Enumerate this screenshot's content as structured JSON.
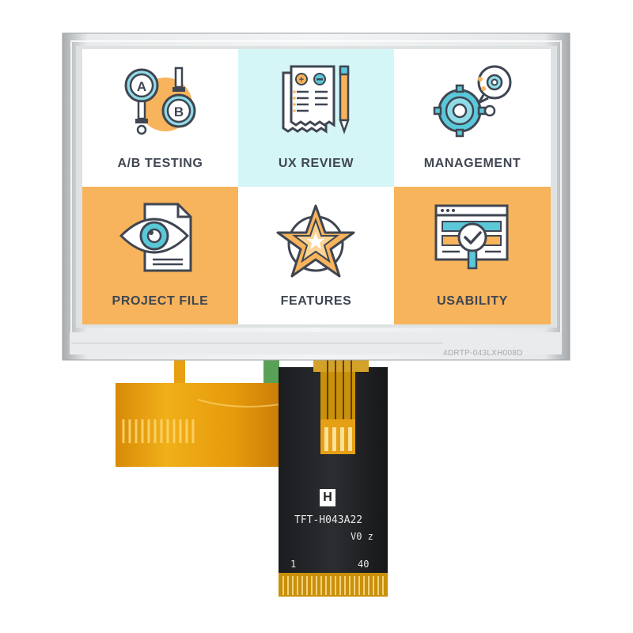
{
  "screen": {
    "tiles": [
      {
        "label": "A/B TESTING",
        "icon": "ab-testing-icon",
        "bg": "#ffffff"
      },
      {
        "label": "UX REVIEW",
        "icon": "ux-review-icon",
        "bg": "#d5f6f7"
      },
      {
        "label": "MANAGEMENT",
        "icon": "management-gears-icon",
        "bg": "#ffffff"
      },
      {
        "label": "PROJECT FILE",
        "icon": "project-file-eye-icon",
        "bg": "#f7b45c"
      },
      {
        "label": "FEATURES",
        "icon": "features-star-icon",
        "bg": "#ffffff"
      },
      {
        "label": "USABILITY",
        "icon": "usability-icon",
        "bg": "#f7b45c"
      }
    ]
  },
  "hardware": {
    "touch_panel_code": "4DRTP-043LXH008D",
    "fpc_logo": "H",
    "fpc_model": "TFT-H043A22",
    "fpc_version": "V0 z",
    "pin_first": "1",
    "pin_last": "40"
  },
  "colors": {
    "accent_orange": "#f7b45c",
    "accent_cyan": "#5ac8d8",
    "ink": "#3f4652"
  }
}
